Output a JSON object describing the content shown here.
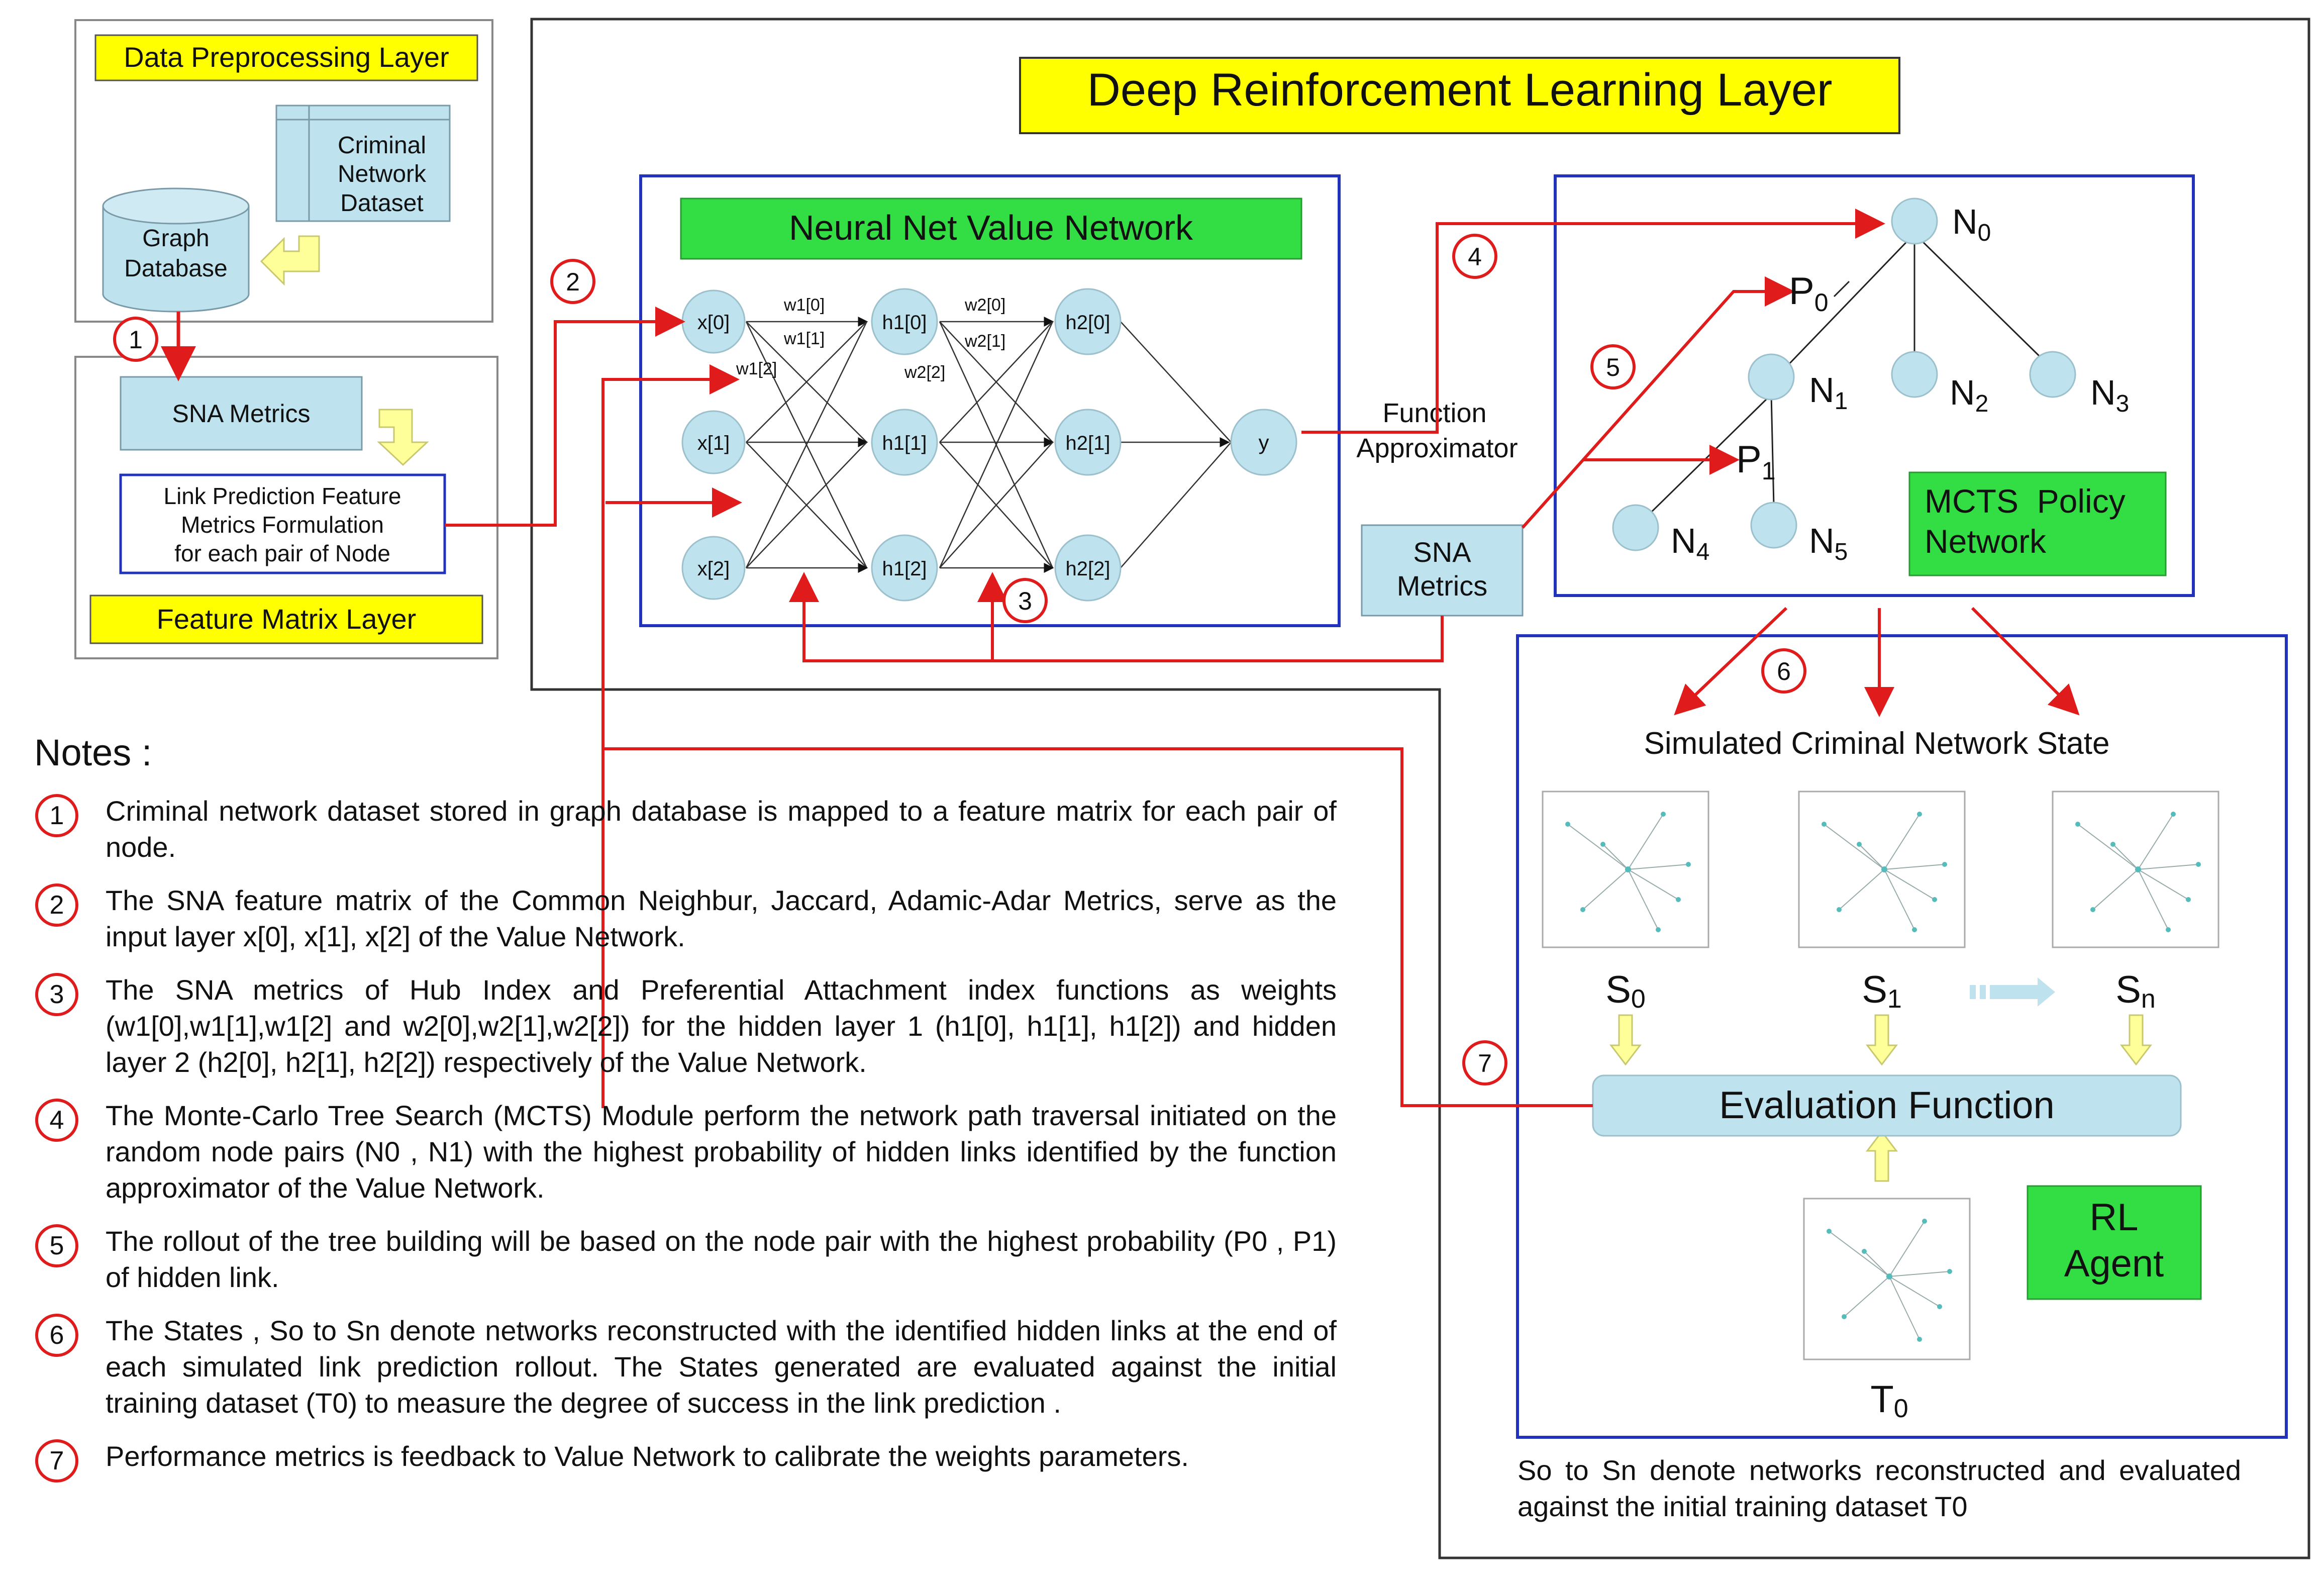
{
  "left": {
    "data_preprocessing_layer": "Data Preprocessing Layer",
    "criminal_network_dataset": [
      "Criminal",
      "Network",
      "Dataset"
    ],
    "graph_database": [
      "Graph",
      "Database"
    ],
    "sna_metrics": "SNA Metrics",
    "link_prediction": [
      "Link Prediction Feature",
      "Metrics Formulation",
      "for each pair of Node"
    ],
    "feature_matrix_layer": "Feature Matrix Layer"
  },
  "drl": {
    "title": "Deep Reinforcement Learning Layer",
    "value_network_title": "Neural Net Value Network",
    "inputs": [
      "x[0]",
      "x[1]",
      "x[2]"
    ],
    "hidden1": [
      "h1[0]",
      "h1[1]",
      "h1[2]"
    ],
    "hidden2": [
      "h2[0]",
      "h2[1]",
      "h2[2]"
    ],
    "output": "y",
    "w1_labels": [
      "w1[0]",
      "w1[1]",
      "w1[2]"
    ],
    "w2_labels": [
      "w2[0]",
      "w2[1]",
      "w2[2]"
    ],
    "function_approximator": [
      "Function",
      "Approximator"
    ],
    "sna_metrics": [
      "SNA",
      "Metrics"
    ]
  },
  "mcts": {
    "nodes": [
      "N",
      "N",
      "N",
      "N",
      "N",
      "N"
    ],
    "node_subs": [
      "0",
      "1",
      "2",
      "3",
      "4",
      "5"
    ],
    "probs": [
      "P",
      "P"
    ],
    "prob_subs": [
      "0",
      "1"
    ],
    "label": [
      "MCTS  Policy",
      "Network"
    ]
  },
  "rl": {
    "simulated_state_title": "Simulated Criminal Network State",
    "states": [
      {
        "letter": "S",
        "sub": "0"
      },
      {
        "letter": "S",
        "sub": "1"
      },
      {
        "letter": "S",
        "sub": "n"
      }
    ],
    "evaluation_function": "Evaluation Function",
    "rl_agent": [
      "RL",
      "Agent"
    ],
    "training_label": {
      "letter": "T",
      "sub": "0"
    }
  },
  "markers": [
    "1",
    "2",
    "3",
    "4",
    "5",
    "6",
    "7"
  ],
  "notes": {
    "title": "Notes :",
    "items": [
      {
        "num": "1",
        "text": "Criminal network dataset stored in graph database is mapped to a feature matrix for each pair of node."
      },
      {
        "num": "2",
        "text": "The SNA feature matrix of the Common Neighbur, Jaccard, Adamic-Adar Metrics, serve as the input layer x[0], x[1], x[2] of the Value Network."
      },
      {
        "num": "3",
        "text": "The SNA metrics of Hub Index and Preferential Attachment index functions as weights (w1[0],w1[1],w1[2] and w2[0],w2[1],w2[2]) for the hidden layer 1 (h1[0], h1[1], h1[2]) and hidden layer 2 (h2[0], h2[1], h2[2]) respectively of the Value Network."
      },
      {
        "num": "4",
        "text": "The Monte-Carlo Tree Search (MCTS) Module perform the network path traversal initiated on the random node pairs (N0 , N1) with the highest probability of hidden links identified by the function approximator of the Value Network."
      },
      {
        "num": "5",
        "text": "The rollout of the tree building will be based on the node pair with the highest probability (P0 , P1) of hidden link."
      },
      {
        "num": "6",
        "text": "The States , So to Sn denote networks reconstructed with the identified hidden links at the end of each simulated link prediction rollout. The States generated are evaluated against the initial training dataset (T0) to measure the degree of success in the link prediction ."
      },
      {
        "num": "7",
        "text": "Performance metrics is feedback to Value Network to calibrate the weights parameters."
      }
    ]
  },
  "caption": "So to Sn denote networks reconstructed and evaluated against the initial training dataset T0"
}
